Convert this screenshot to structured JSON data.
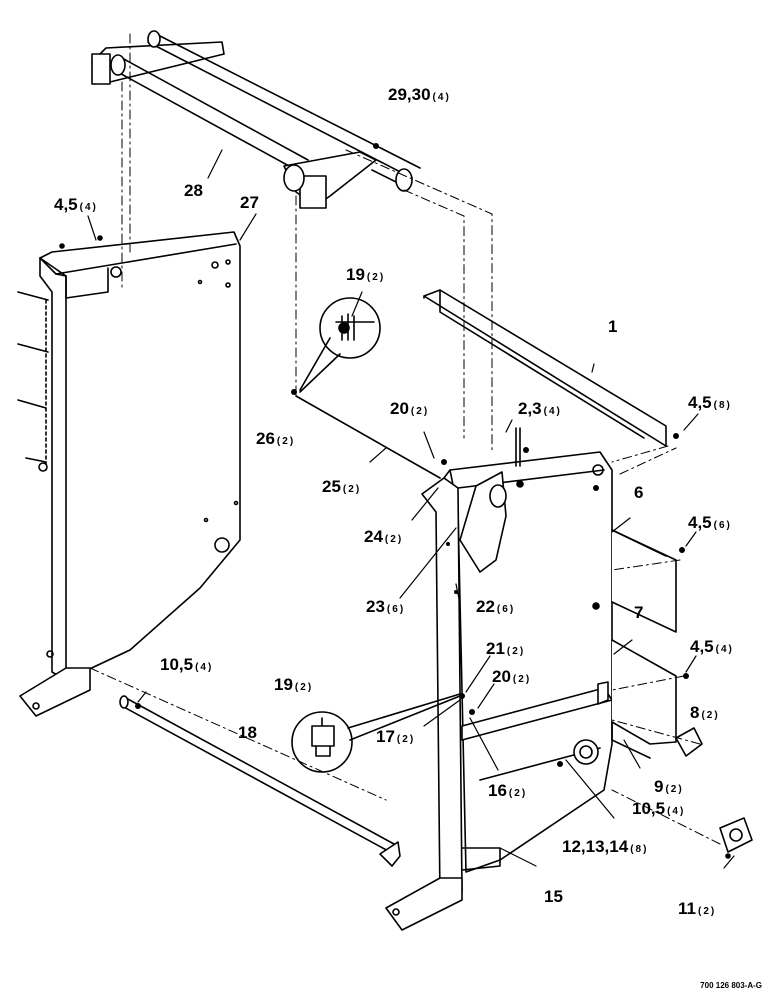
{
  "callouts": [
    {
      "num": "29,30",
      "qty": "(4)"
    },
    {
      "num": "28",
      "qty": ""
    },
    {
      "num": "4,5",
      "qty": "(4)"
    },
    {
      "num": "27",
      "qty": ""
    },
    {
      "num": "19",
      "qty": "(2)"
    },
    {
      "num": "1",
      "qty": ""
    },
    {
      "num": "4,5",
      "qty": "(8)"
    },
    {
      "num": "20",
      "qty": "(2)"
    },
    {
      "num": "2,3",
      "qty": "(4)"
    },
    {
      "num": "26",
      "qty": "(2)"
    },
    {
      "num": "25",
      "qty": "(2)"
    },
    {
      "num": "24",
      "qty": "(2)"
    },
    {
      "num": "6",
      "qty": ""
    },
    {
      "num": "4,5",
      "qty": "(6)"
    },
    {
      "num": "23",
      "qty": "(6)"
    },
    {
      "num": "22",
      "qty": "(6)"
    },
    {
      "num": "7",
      "qty": ""
    },
    {
      "num": "4,5",
      "qty": "(4)"
    },
    {
      "num": "21",
      "qty": "(2)"
    },
    {
      "num": "20",
      "qty": "(2)"
    },
    {
      "num": "10,5",
      "qty": "(4)"
    },
    {
      "num": "19",
      "qty": "(2)"
    },
    {
      "num": "18",
      "qty": ""
    },
    {
      "num": "8",
      "qty": "(2)"
    },
    {
      "num": "17",
      "qty": "(2)"
    },
    {
      "num": "16",
      "qty": "(2)"
    },
    {
      "num": "9",
      "qty": "(2)"
    },
    {
      "num": "10,5",
      "qty": "(4)"
    },
    {
      "num": "12,13,14",
      "qty": "(8)"
    },
    {
      "num": "15",
      "qty": ""
    },
    {
      "num": "11",
      "qty": "(2)"
    }
  ],
  "drawing_code": "700 126 803-A-G"
}
